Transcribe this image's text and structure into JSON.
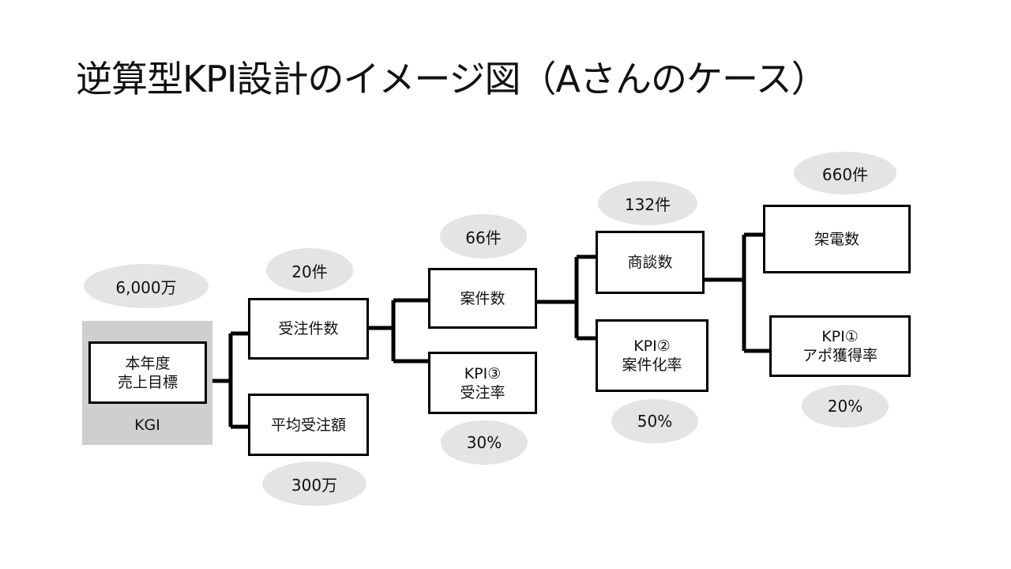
{
  "title": "逆算型KPI設計のイメージ図（Aさんのケース）",
  "kgi": {
    "label": "KGI",
    "box_line1": "本年度",
    "box_line2": "売上目標",
    "value": "6,000万"
  },
  "nodes": {
    "juchu_kensu": {
      "label": "受注件数",
      "value": "20件"
    },
    "heikin_juchugaku": {
      "label": "平均受注額",
      "value": "300万"
    },
    "anken_su": {
      "label": "案件数",
      "value": "66件"
    },
    "kpi3": {
      "line1": "KPI③",
      "line2": "受注率",
      "value": "30%"
    },
    "shodan_su": {
      "label": "商談数",
      "value": "132件"
    },
    "kpi2": {
      "line1": "KPI②",
      "line2": "案件化率",
      "value": "50%"
    },
    "kaden_su": {
      "label": "架電数",
      "value": "660件"
    },
    "kpi1": {
      "line1": "KPI①",
      "line2": "アポ獲得率",
      "value": "20%"
    }
  }
}
